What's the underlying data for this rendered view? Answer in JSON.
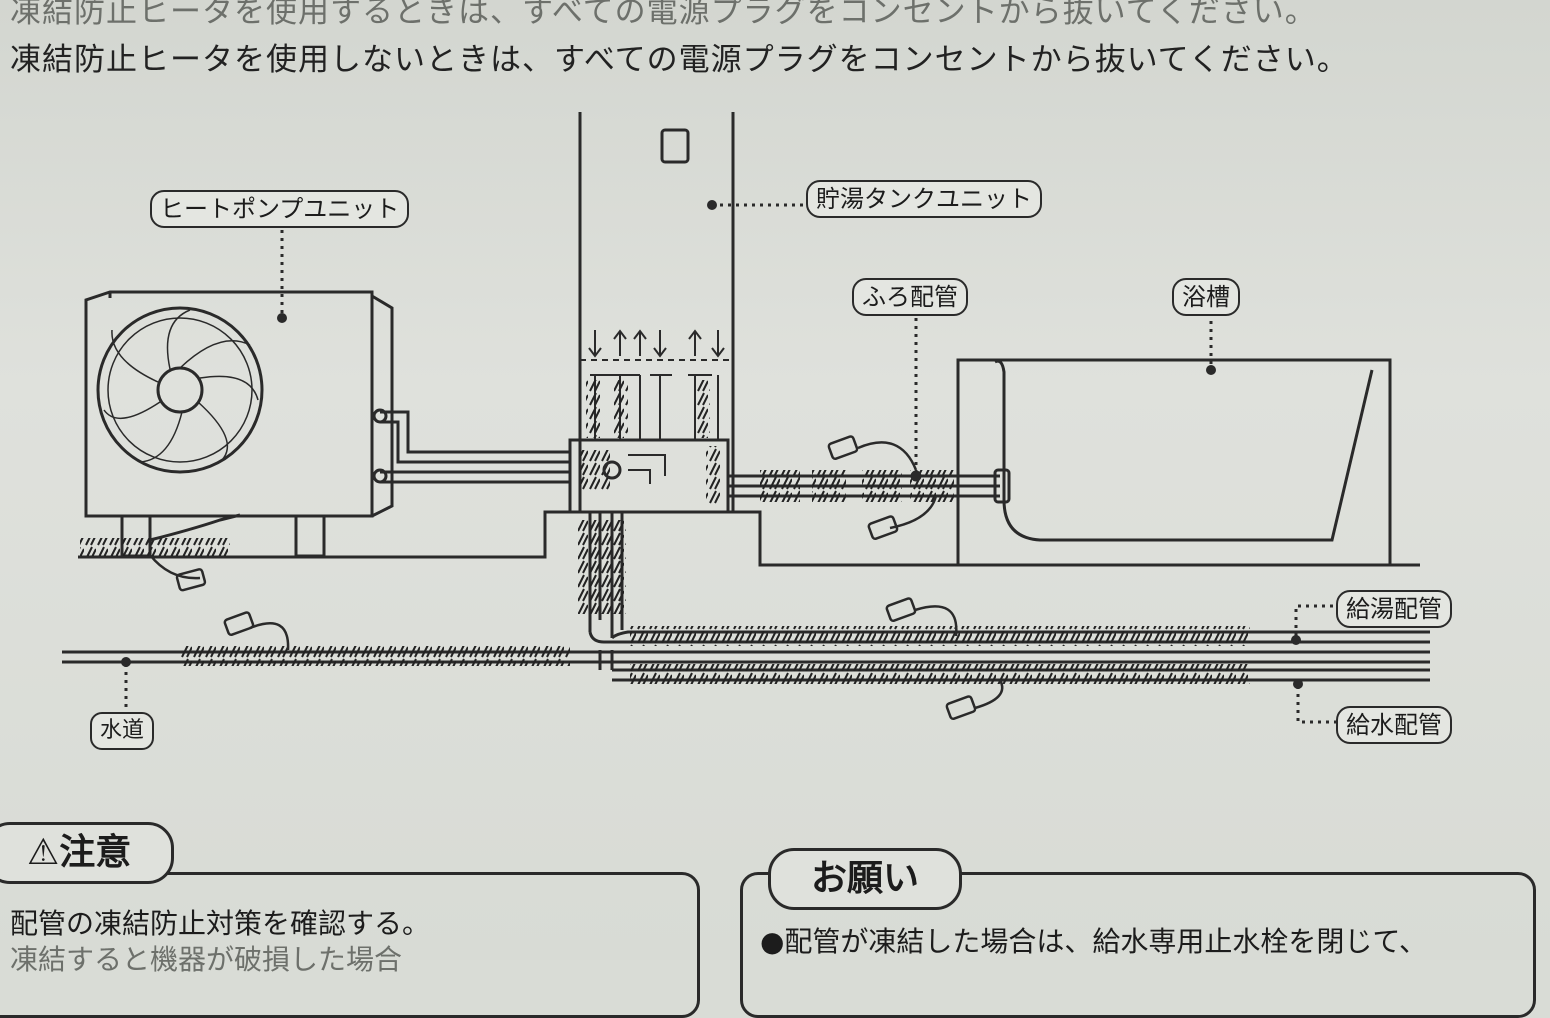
{
  "header": {
    "line1": "凍結防止ヒータを使用するときは、すべての電源プラグをコンセントから抜いてください。",
    "line2": "凍結防止ヒータを使用しないときは、すべての電源プラグをコンセントから抜いてください。"
  },
  "labels": {
    "heat_pump_unit": "ヒートポンプユニット",
    "storage_tank_unit": "貯湯タンクユニット",
    "bath_pipe": "ふろ配管",
    "bathtub": "浴槽",
    "hot_water_pipe": "給湯配管",
    "water_supply_pipe": "給水配管",
    "water_main": "水道"
  },
  "caution": {
    "title": "⚠注意",
    "line1": "配管の凍結防止対策を確認する。",
    "line2": "凍結すると機器が破損した場合"
  },
  "request": {
    "title": "お願い",
    "line1": "●配管が凍結した場合は、給水専用止水栓を閉じて、"
  }
}
